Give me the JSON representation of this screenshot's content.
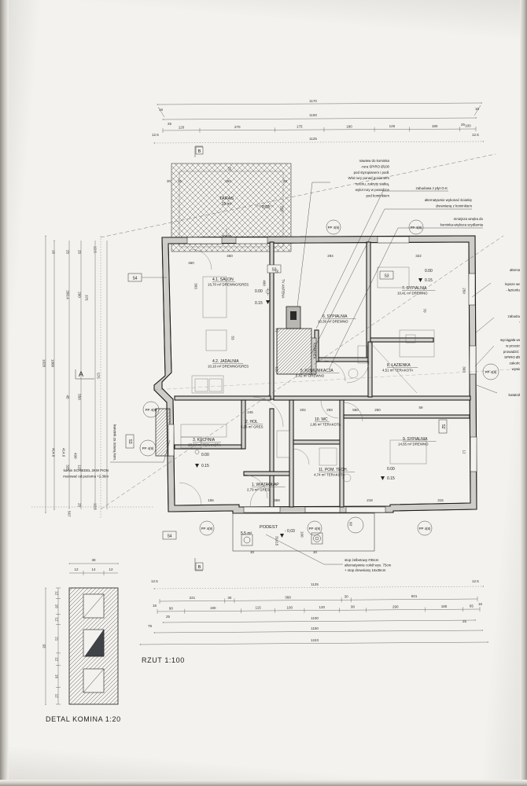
{
  "sheet": {
    "drawing_title": "RZUT 1:100",
    "detail_title": "DETAL KOMINA 1:20"
  },
  "rooms": [
    {
      "id": "1",
      "name": "WIATROŁAP",
      "area": "2,79 m²",
      "finish": "GRES"
    },
    {
      "id": "2",
      "name": "HOL",
      "area": "5,25 m²",
      "finish": "GRES"
    },
    {
      "id": "3",
      "name": "KUCHNIA",
      "area": "10,59 m²",
      "finish": "TERAKOTA"
    },
    {
      "id": "4.1",
      "name": "SALON",
      "area": "16,70 m²",
      "finish": "DREWNO/GRES"
    },
    {
      "id": "4.2",
      "name": "JADALNIA",
      "area": "10,16 m²",
      "finish": "DREWNO/GRES"
    },
    {
      "id": "5",
      "name": "KOMUNIKACJA",
      "area": "6,42 m²",
      "finish": "DREWNO"
    },
    {
      "id": "6",
      "name": "SYPIALNIA",
      "area": "10,39 m²",
      "finish": "DREWNO"
    },
    {
      "id": "7",
      "name": "SYPIALNIA",
      "area": "10,41 m²",
      "finish": "DREWNO"
    },
    {
      "id": "8",
      "name": "ŁAZIENKA",
      "area": "4,51 m²",
      "finish": "TERAKOTA"
    },
    {
      "id": "9",
      "name": "SYPIALNIA",
      "area": "14,55 m²",
      "finish": "DREWNO"
    },
    {
      "id": "10",
      "name": "WC",
      "area": "1,86 m²",
      "finish": "TERAKOTA"
    },
    {
      "id": "11",
      "name": "POM. TECH.",
      "area": "4,74 m²",
      "finish": "TERAKOTA"
    }
  ],
  "outdoor": {
    "terrace_name": "TARAS",
    "terrace_area": "15 m²",
    "terrace_level": "- 0,03",
    "podest_name": "PODEST",
    "podest_area": "5,5 m²",
    "podest_level": "- 0,03"
  },
  "levels": {
    "main": "0.00",
    "lower": "0.15"
  },
  "dimensions": {
    "top": {
      "overall": "1170",
      "second": "1100",
      "chain": [
        "120",
        "270",
        "175",
        "180",
        "125",
        "180",
        "100"
      ],
      "corner_left": "16",
      "corner_left2": "25",
      "corner_right": "16",
      "corner_right2": "25",
      "outer_left": "12.5",
      "outer_right": "12.5",
      "outer_total": "1125"
    },
    "bottom": {
      "outer_left": "12.5",
      "outer_right": "12.5",
      "outer_total": "1125",
      "chain_a": [
        "221",
        "30",
        "368",
        "30",
        "501"
      ],
      "chain_b": [
        "90",
        "190",
        "115",
        "100",
        "120",
        "90",
        "290",
        "180",
        "65"
      ],
      "corner_left": "16",
      "corner_left2": "25",
      "corner_right": "16",
      "corner_right2": "25",
      "total_1100": "1100",
      "total_1150": "1150",
      "total_1243": "1243",
      "mark_79": "79"
    },
    "left": {
      "overall": "1028",
      "second": "1000",
      "chain_a": [
        "325",
        "115"
      ],
      "chain_b": [
        "260.4",
        "45"
      ],
      "chain_c": [
        "260",
        "550"
      ],
      "axis": "575",
      "outer_top": "12.5",
      "outer_bottom": "12.5",
      "corner_16": "16",
      "corner_25": "25",
      "mark_4146": "414.6",
      "mark_490": "490",
      "mark_567": "567",
      "mark_375": "375"
    },
    "interior": [
      "460",
      "294",
      "322",
      "303",
      "400",
      "70",
      "53",
      "59",
      "245",
      "202",
      "293",
      "550",
      "250",
      "155",
      "218",
      "368",
      "315",
      "250",
      "303",
      "12",
      "25",
      "71",
      "115"
    ]
  },
  "annotations": {
    "chimney_air": "nawiew do kominka\n-rura SPIRO Ø100\npod styropianem i podł.\nWlot rury ponad poziomem\nterenu, zakryty siatką,\nwylot rury w posadzce\npod kominkiem",
    "gk_cladding": "zabudowa z płyt G-K",
    "alt_wall": "alternatywnie wykonać ściankę\ndrewnianą z kominkiem",
    "niche": "mniejsza wnęka do\nkominka-większa szydlarnia",
    "chimney_note": "komin SCHIEDEL 2KW PION\nmurować od poziomu +2,36m",
    "step_note": "stop żelbetowy #35cm\nalternatywnie cokół wys. 75cm\n+ stop drewniany 16x35cm",
    "right_a": "alternatyw\nkcs",
    "right_b": "lepsze wejści\n- łazienka be",
    "right_c": "zabudowa t\nwyk\nw ś",
    "right_d": "wyciągała wenty\nw przestrzen\nprowadzić odc\nSPIRO Ø50m\nzakończyć\nwywiewk",
    "right_e": "kwiatnik ze",
    "left_vert": "kwietnik za ścianą kom."
  },
  "markers": {
    "section_b_top": "B",
    "section_b_bottom": "B",
    "section_a": "A",
    "window_tags": [
      "S4",
      "S3",
      "S3",
      "S3",
      "S2",
      "S4"
    ],
    "door_tags": [
      "PP 4(8)",
      "PP 4(9)",
      "PP 4(9)",
      "PP 4(8)"
    ],
    "tv_antena": "TV ANTENA"
  },
  "detail_chimney": {
    "title": "DETAL KOMINA 1:20",
    "top_overall": "38",
    "top_chain": [
      "12",
      "14",
      "12"
    ],
    "side_overall": "93",
    "side_chain": [
      "12",
      "16",
      "12",
      "21",
      "12",
      "16",
      "12"
    ]
  }
}
